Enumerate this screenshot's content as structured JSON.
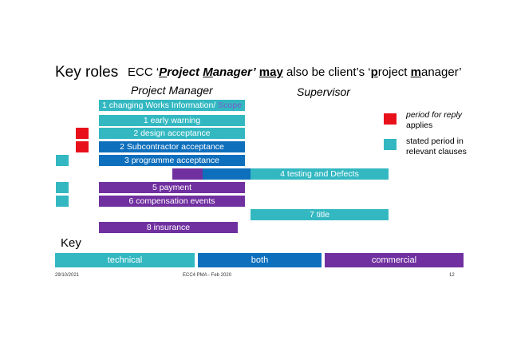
{
  "title": "Key roles",
  "subtitle": {
    "prefix": "ECC ‘",
    "pm_p": "P",
    "pm_rest1": "roject ",
    "pm_m": "M",
    "pm_rest2": "anager’",
    "may": "may",
    "mid": " also be client’s ‘",
    "pm2_p": "p",
    "pm2_rest1": "roject ",
    "pm2_m": "m",
    "pm2_rest2": "anager’"
  },
  "columns": {
    "project_manager": "Project Manager",
    "supervisor": "Supervisor"
  },
  "roles": {
    "r1_main": "1 changing Works Information/",
    "r1_scope": " Scope",
    "r1b": "1 early warning",
    "r2": "2 design acceptance",
    "r2b": "2 Subcontractor acceptance",
    "r3": "3 programme acceptance",
    "r4": "4 testing and Defects",
    "r5": "5 payment",
    "r6": "6 compensation events",
    "r7": "7 title",
    "r8": "8 insurance"
  },
  "legend": {
    "reply_line1": "period for reply",
    "reply_line2": "applies",
    "stated_line1": "stated period in",
    "stated_line2": "relevant clauses"
  },
  "key": {
    "label": "Key",
    "technical": "technical",
    "both": "both",
    "commercial": "commercial"
  },
  "footer": {
    "date": "29/10/2021",
    "center": "ECC4 PMA - Feb 2020",
    "page": "12"
  },
  "colors": {
    "technical": "#33b8c1",
    "both": "#0e6fbd",
    "commercial": "#7030a0",
    "reply": "#e8101a"
  }
}
